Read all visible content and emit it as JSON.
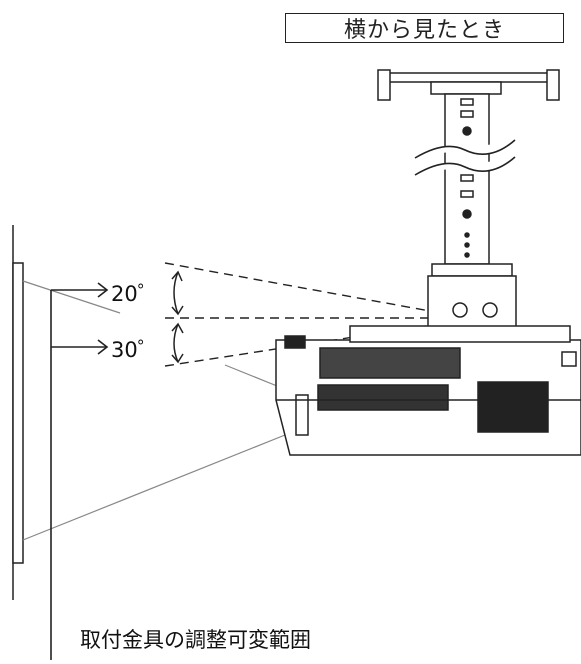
{
  "header": {
    "title": "横から見たとき"
  },
  "angles": {
    "upper": "20゜",
    "lower": "30゜"
  },
  "caption": "取付金具の調整可変範囲",
  "colors": {
    "line": "#111111",
    "gray": "#888888"
  },
  "icons": [
    "projector-icon",
    "ceiling-mount-icon",
    "wall-icon",
    "arrow-icon"
  ]
}
